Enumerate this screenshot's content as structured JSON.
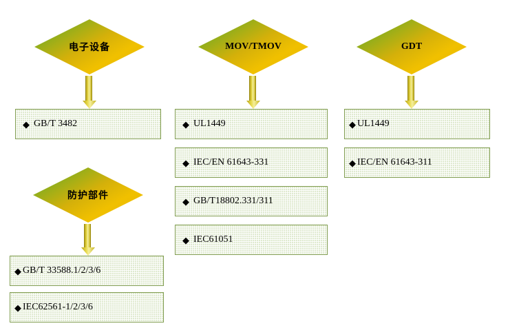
{
  "diagram": {
    "title": "",
    "bullet_glyph": "◆",
    "colors": {
      "diamond_gradient_start": "#2f9e3f",
      "diamond_gradient_end": "#f0c000",
      "box_fill": "#dfe9cf",
      "box_border": "#7f9c4e",
      "arrow_fill": "#e7d94a",
      "text": "#000000"
    },
    "nodes": [
      {
        "id": "electronic-equipment",
        "label": "电子设备",
        "standards": [
          "GB/T 3482"
        ]
      },
      {
        "id": "mov-tmov",
        "label": "MOV/TMOV",
        "standards": [
          "UL1449",
          "IEC/EN 61643-331",
          "GB/T18802.331/311",
          "IEC61051"
        ]
      },
      {
        "id": "gdt",
        "label": "GDT",
        "standards": [
          "UL1449",
          "IEC/EN 61643-311"
        ]
      },
      {
        "id": "protection-component",
        "label": "防护部件",
        "standards": [
          "GB/T 33588.1/2/3/6",
          "IEC62561-1/2/3/6"
        ]
      }
    ]
  }
}
